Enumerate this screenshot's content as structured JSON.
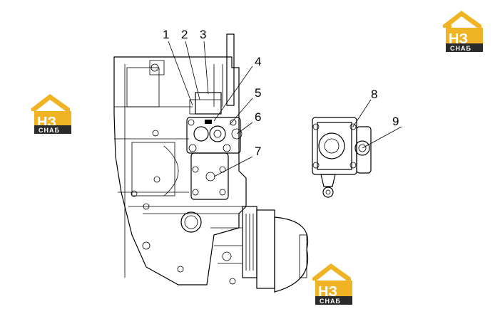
{
  "callouts": [
    "1",
    "2",
    "3",
    "4",
    "5",
    "6",
    "7",
    "8",
    "9"
  ],
  "watermark": {
    "mark": "НЗ",
    "word": "СНАБ",
    "gold": "#f0b323",
    "dark": "#2b2b2b"
  }
}
